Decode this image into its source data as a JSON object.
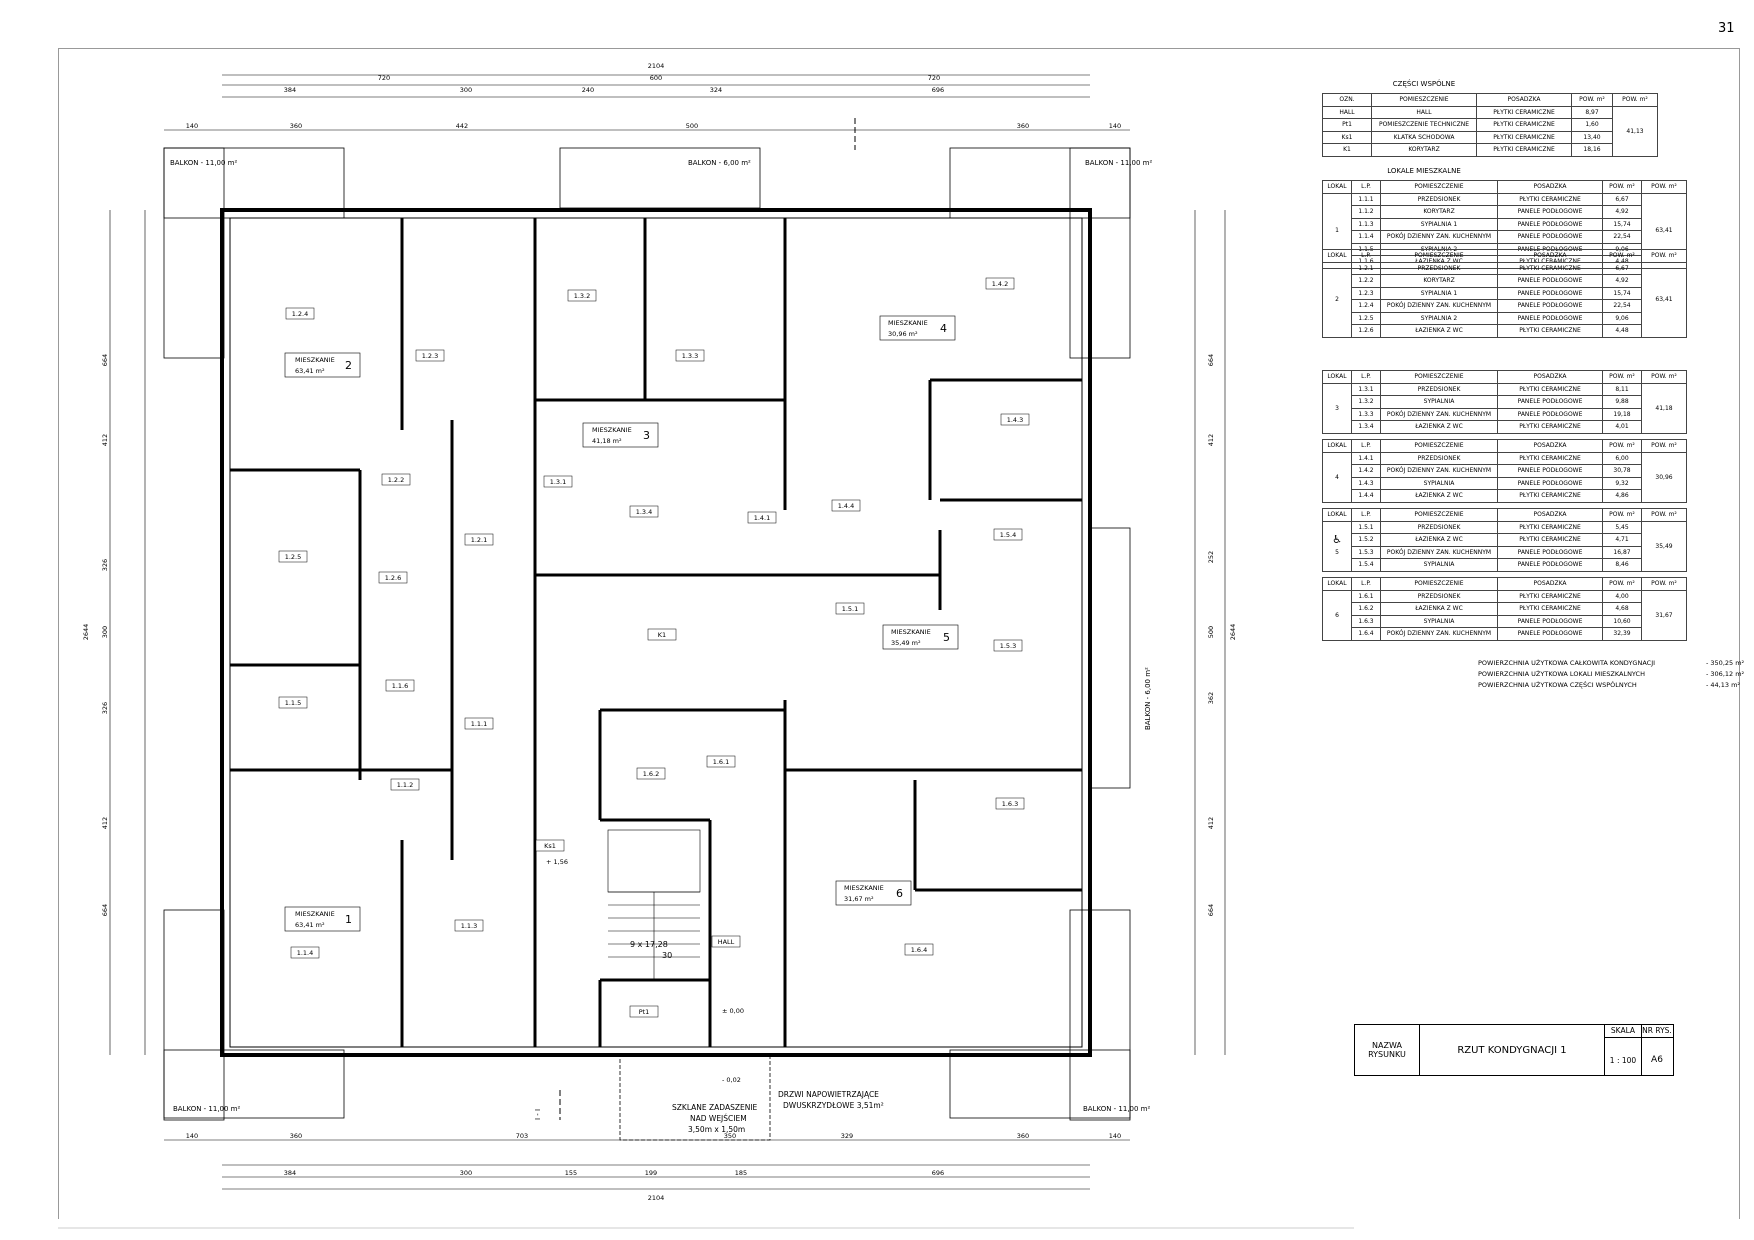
{
  "page_number": "31",
  "common_areas": {
    "title": "CZĘŚCI WSPÓLNE",
    "headers": [
      "OZN.",
      "POMIESZCZENIE",
      "POSADZKA",
      "POW. m²",
      "POW. m²"
    ],
    "rows": [
      [
        "HALL",
        "HALL",
        "PŁYTKI CERAMICZNE",
        "8,97"
      ],
      [
        "Pt1",
        "POMIESZCZENIE TECHNICZNE",
        "PŁYTKI CERAMICZNE",
        "1,60"
      ],
      [
        "Ks1",
        "KLATKA SCHODOWA",
        "PŁYTKI CERAMICZNE",
        "13,40"
      ],
      [
        "K1",
        "KORYTARZ",
        "PŁYTKI CERAMICZNE",
        "18,16"
      ]
    ],
    "total": "41,13"
  },
  "units_title": "LOKALE MIESZKALNE",
  "unit_headers": [
    "LOKAL",
    "L.P.",
    "POMIESZCZENIE",
    "POSADZKA",
    "POW. m²",
    "POW. m²"
  ],
  "units": [
    {
      "lokal": "1",
      "total": "63,41",
      "rows": [
        [
          "1.1.1",
          "PRZEDSIONEK",
          "PŁYTKI CERAMICZNE",
          "6,67"
        ],
        [
          "1.1.2",
          "KORYTARZ",
          "PANELE PODŁOGOWE",
          "4,92"
        ],
        [
          "1.1.3",
          "SYPIALNIA 1",
          "PANELE PODŁOGOWE",
          "15,74"
        ],
        [
          "1.1.4",
          "POKÓJ DZIENNY ZAN. KUCHENNYM",
          "PANELE PODŁOGOWE",
          "22,54"
        ],
        [
          "1.1.5",
          "SYPIALNIA 2",
          "PANELE PODŁOGOWE",
          "9,06"
        ],
        [
          "1.1.6",
          "ŁAZIENKA Z WC",
          "PŁYTKI CERAMICZNE",
          "4,48"
        ]
      ]
    },
    {
      "lokal": "2",
      "total": "63,41",
      "rows": [
        [
          "1.2.1",
          "PRZEDSIONEK",
          "PŁYTKI CERAMICZNE",
          "6,67"
        ],
        [
          "1.2.2",
          "KORYTARZ",
          "PANELE PODŁOGOWE",
          "4,92"
        ],
        [
          "1.2.3",
          "SYPIALNIA 1",
          "PANELE PODŁOGOWE",
          "15,74"
        ],
        [
          "1.2.4",
          "POKÓJ DZIENNY ZAN. KUCHENNYM",
          "PANELE PODŁOGOWE",
          "22,54"
        ],
        [
          "1.2.5",
          "SYPIALNIA 2",
          "PANELE PODŁOGOWE",
          "9,06"
        ],
        [
          "1.2.6",
          "ŁAZIENKA Z WC",
          "PŁYTKI CERAMICZNE",
          "4,48"
        ]
      ]
    },
    {
      "lokal": "3",
      "total": "41,18",
      "rows": [
        [
          "1.3.1",
          "PRZEDSIONEK",
          "PŁYTKI CERAMICZNE",
          "8,11"
        ],
        [
          "1.3.2",
          "SYPIALNIA",
          "PANELE PODŁOGOWE",
          "9,88"
        ],
        [
          "1.3.3",
          "POKÓJ DZIENNY ZAN. KUCHENNYM",
          "PANELE PODŁOGOWE",
          "19,18"
        ],
        [
          "1.3.4",
          "ŁAZIENKA Z WC",
          "PŁYTKI CERAMICZNE",
          "4,01"
        ]
      ]
    },
    {
      "lokal": "4",
      "total": "30,96",
      "rows": [
        [
          "1.4.1",
          "PRZEDSIONEK",
          "PŁYTKI CERAMICZNE",
          "6,00"
        ],
        [
          "1.4.2",
          "POKÓJ DZIENNY ZAN. KUCHENNYM",
          "PANELE PODŁOGOWE",
          "30,78"
        ],
        [
          "1.4.3",
          "SYPIALNIA",
          "PANELE PODŁOGOWE",
          "9,32"
        ],
        [
          "1.4.4",
          "ŁAZIENKA Z WC",
          "PŁYTKI CERAMICZNE",
          "4,86"
        ]
      ]
    },
    {
      "lokal": "5",
      "total": "35,49",
      "accessible": true,
      "rows": [
        [
          "1.5.1",
          "PRZEDSIONEK",
          "PŁYTKI CERAMICZNE",
          "5,45"
        ],
        [
          "1.5.2",
          "ŁAZIENKA Z WC",
          "PŁYTKI CERAMICZNE",
          "4,71"
        ],
        [
          "1.5.3",
          "POKÓJ DZIENNY ZAN. KUCHENNYM",
          "PANELE PODŁOGOWE",
          "16,87"
        ],
        [
          "1.5.4",
          "SYPIALNIA",
          "PANELE PODŁOGOWE",
          "8,46"
        ]
      ]
    },
    {
      "lokal": "6",
      "total": "31,67",
      "rows": [
        [
          "1.6.1",
          "PRZEDSIONEK",
          "PŁYTKI CERAMICZNE",
          "4,00"
        ],
        [
          "1.6.2",
          "ŁAZIENKA Z WC",
          "PŁYTKI CERAMICZNE",
          "4,68"
        ],
        [
          "1.6.3",
          "SYPIALNIA",
          "PANELE PODŁOGOWE",
          "10,60"
        ],
        [
          "1.6.4",
          "POKÓJ DZIENNY ZAN. KUCHENNYM",
          "PANELE PODŁOGOWE",
          "32,39"
        ]
      ]
    }
  ],
  "summary": [
    {
      "label": "POWIERZCHNIA UŻYTKOWA CAŁKOWITA KONDYGNACJI",
      "value": "- 350,25 m²"
    },
    {
      "label": "POWIERZCHNIA UŻYTKOWA LOKALI MIESZKALNYCH",
      "value": "- 306,12 m²"
    },
    {
      "label": "POWIERZCHNIA UŻYTKOWA CZĘŚCI WSPÓLNYCH",
      "value": "- 44,13 m²"
    }
  ],
  "title_block": {
    "name_label": "NAZWA RYSUNKU",
    "drawing_title": "RZUT KONDYGNACJI 1",
    "scale_label": "SKALA",
    "scale_value": "1 : 100",
    "number_label": "NR RYS.",
    "number_value": "A6"
  },
  "plan": {
    "balconies": [
      "BALKON - 11,00 m²",
      "BALKON - 6,00 m²",
      "BALKON - 11,00 m²",
      "BALKON - 11,00 m²",
      "BALKON - 11,00 m²",
      "BALKON - 6,00 m²"
    ],
    "apartments": [
      {
        "label": "MIESZKANIE",
        "area": "63,41 m²",
        "no": "1"
      },
      {
        "label": "MIESZKANIE",
        "area": "63,41 m²",
        "no": "2"
      },
      {
        "label": "MIESZKANIE",
        "area": "41,18 m²",
        "no": "3"
      },
      {
        "label": "MIESZKANIE",
        "area": "30,96 m²",
        "no": "4"
      },
      {
        "label": "MIESZKANIE",
        "area": "35,49 m²",
        "no": "5"
      },
      {
        "label": "MIESZKANIE",
        "area": "31,67 m²",
        "no": "6"
      }
    ],
    "room_tags": [
      "1.2.4",
      "1.2.3",
      "1.3.2",
      "1.3.3",
      "1.4.2",
      "1.4.3",
      "1.2.2",
      "1.3.1",
      "1.3.4",
      "1.4.1",
      "1.4.4",
      "1.2.5",
      "1.2.6",
      "1.2.1",
      "1.5.4",
      "1.5.1",
      "K1",
      "1.1.5",
      "1.1.6",
      "1.1.1",
      "1.5.3",
      "1.1.2",
      "1.6.2",
      "1.6.1",
      "1.6.3",
      "1.1.3",
      "1.1.4",
      "1.6.4",
      "Ks1",
      "HALL",
      "Pt1"
    ],
    "dims_top_total": "2104",
    "dims_top_a": [
      "720",
      "600",
      "720"
    ],
    "dims_top_b": [
      "384",
      "300",
      "240",
      "324",
      "696"
    ],
    "dims_top_c": [
      "140",
      "360",
      "442",
      "500",
      "360",
      "140"
    ],
    "dims_bottom_c": [
      "140",
      "360",
      "703",
      "350",
      "329",
      "360",
      "140"
    ],
    "dims_bottom_b": [
      "384",
      "300",
      "155",
      "199",
      "185",
      "696"
    ],
    "dims_left": [
      "664",
      "412",
      "326",
      "300",
      "326",
      "412",
      "664"
    ],
    "dims_right": [
      "664",
      "412",
      "252",
      "500",
      "362",
      "412",
      "664"
    ],
    "total_height": "2644",
    "stair_label": "9 x 17,28",
    "stair_depth": "30",
    "canopy_label": "SZKLANE ZADASZENIE",
    "canopy_sub": "NAD WEJŚCIEM",
    "canopy_size": "3,50m x 1,50m",
    "door_label": "DRZWI NAPOWIETRZAJĄCE",
    "door_sub": "DWUSKRZYDŁOWE 3,51m²",
    "level_mark": "± 0,00",
    "level_mark2": "- 0,02",
    "stair_level": "+ 1,56",
    "section_mark": "I - I"
  }
}
